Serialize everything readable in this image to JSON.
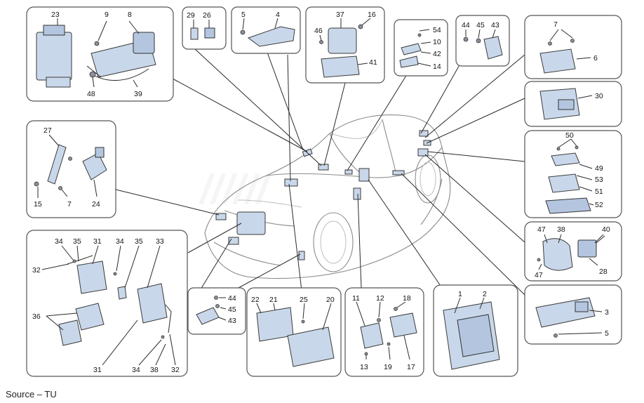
{
  "caption": "Source – TU",
  "panels": {
    "p1": [
      "23",
      "9",
      "8",
      "48",
      "39"
    ],
    "p2": [
      "29",
      "26"
    ],
    "p3": [
      "5",
      "4"
    ],
    "p4": [
      "37",
      "16",
      "46",
      "41"
    ],
    "p5": [
      "54",
      "10",
      "42",
      "14"
    ],
    "p6": [
      "44",
      "45",
      "43"
    ],
    "p7": [
      "7",
      "6"
    ],
    "p8": [
      "30"
    ],
    "p9": [
      "50",
      "49",
      "53",
      "51",
      "52"
    ],
    "p10": [
      "47",
      "38",
      "40",
      "28",
      "47"
    ],
    "p11": [
      "3",
      "5"
    ],
    "p12": [
      "27",
      "15",
      "7",
      "24"
    ],
    "p13": [
      "34",
      "35",
      "31",
      "34",
      "35",
      "33",
      "32",
      "36",
      "31",
      "34",
      "38",
      "32"
    ],
    "p14": [
      "44",
      "45",
      "43"
    ],
    "p15": [
      "22",
      "21",
      "25",
      "20"
    ],
    "p16": [
      "11",
      "12",
      "18",
      "13",
      "19",
      "17"
    ],
    "p17": [
      "1",
      "2"
    ]
  }
}
